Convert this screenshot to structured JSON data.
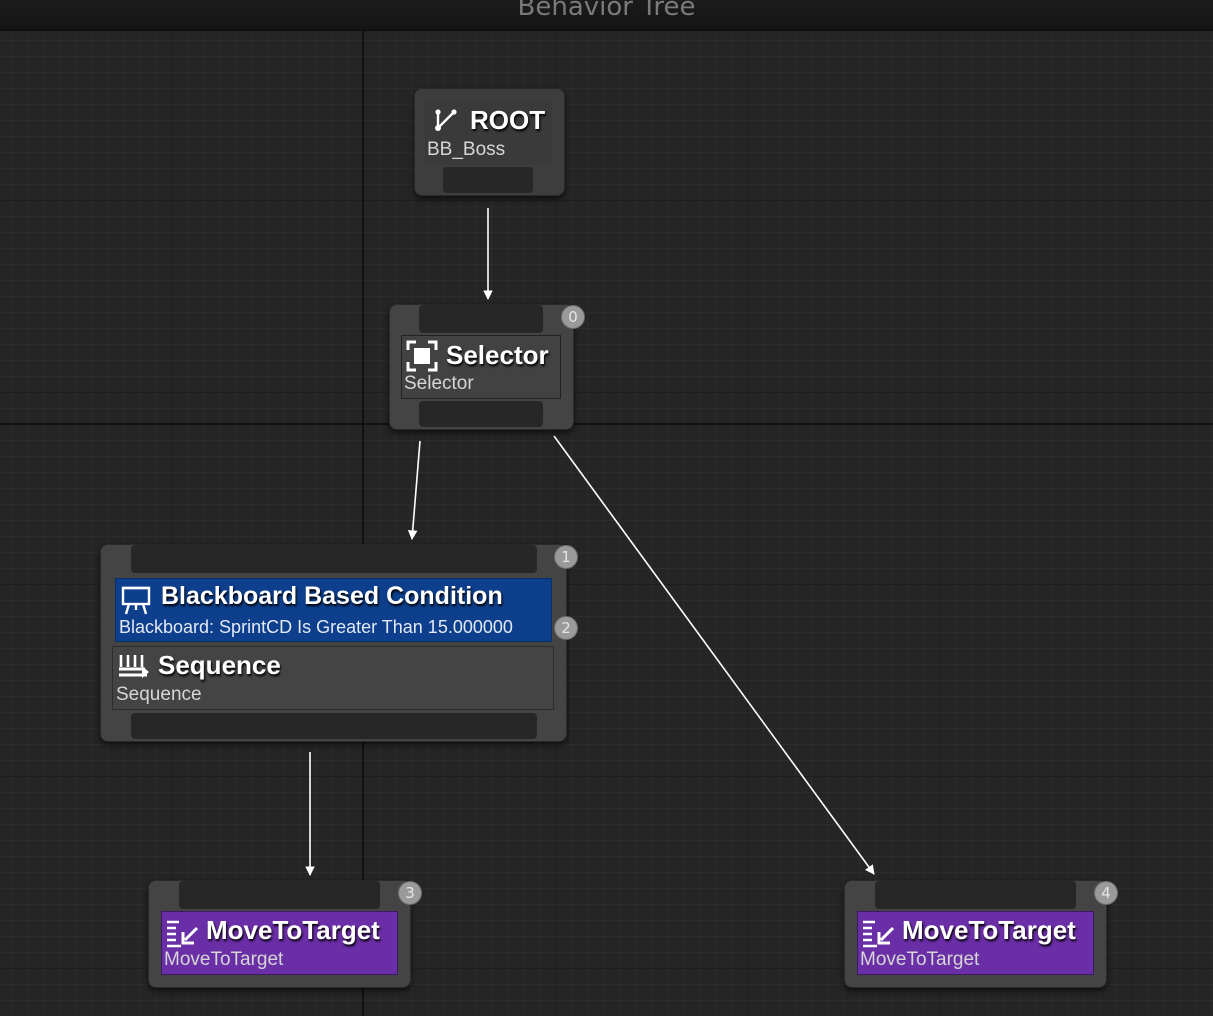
{
  "window": {
    "title": "Behavior Tree"
  },
  "nodes": {
    "root": {
      "title": "ROOT",
      "subtitle": "BB_Boss",
      "icon": "root-branch-icon"
    },
    "selector": {
      "title": "Selector",
      "subtitle": "Selector",
      "index": "0",
      "icon": "selector-icon"
    },
    "condition": {
      "title": "Blackboard Based Condition",
      "subtitle": "Blackboard: SprintCD Is Greater Than 15.000000",
      "index": "2",
      "icon": "blackboard-icon"
    },
    "sequence": {
      "title": "Sequence",
      "subtitle": "Sequence",
      "index": "1",
      "icon": "sequence-icon"
    },
    "task_left": {
      "title": "MoveToTarget",
      "subtitle": "MoveToTarget",
      "index": "3",
      "icon": "move-to-icon"
    },
    "task_right": {
      "title": "MoveToTarget",
      "subtitle": "MoveToTarget",
      "index": "4",
      "icon": "move-to-icon"
    }
  },
  "colors": {
    "graph_background": "#252525",
    "node_body": "#444444",
    "decorator": "#0d3f8c",
    "task": "#6a2ea6",
    "wire": "#ffffff"
  }
}
